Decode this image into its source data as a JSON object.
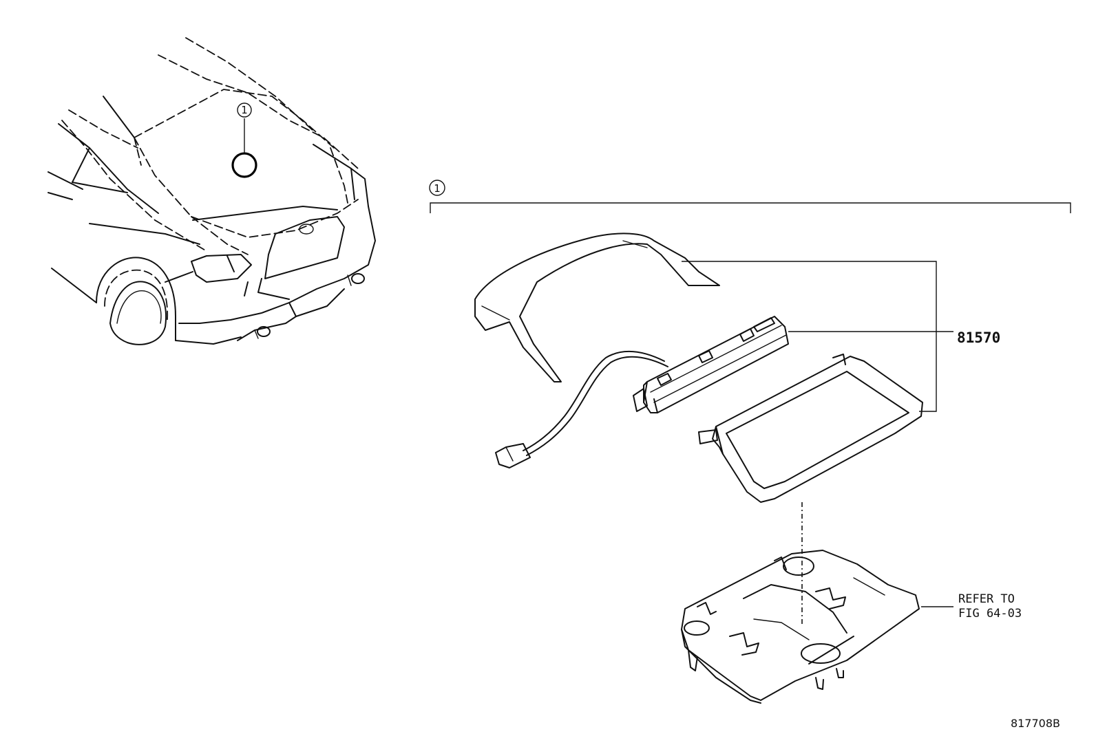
{
  "callouts": {
    "car_marker": "1",
    "assembly_marker": "1"
  },
  "parts": {
    "assembly_number": "81570"
  },
  "reference": {
    "line1": "REFER TO",
    "line2": "FIG 64-03"
  },
  "figure_id": "817708B"
}
